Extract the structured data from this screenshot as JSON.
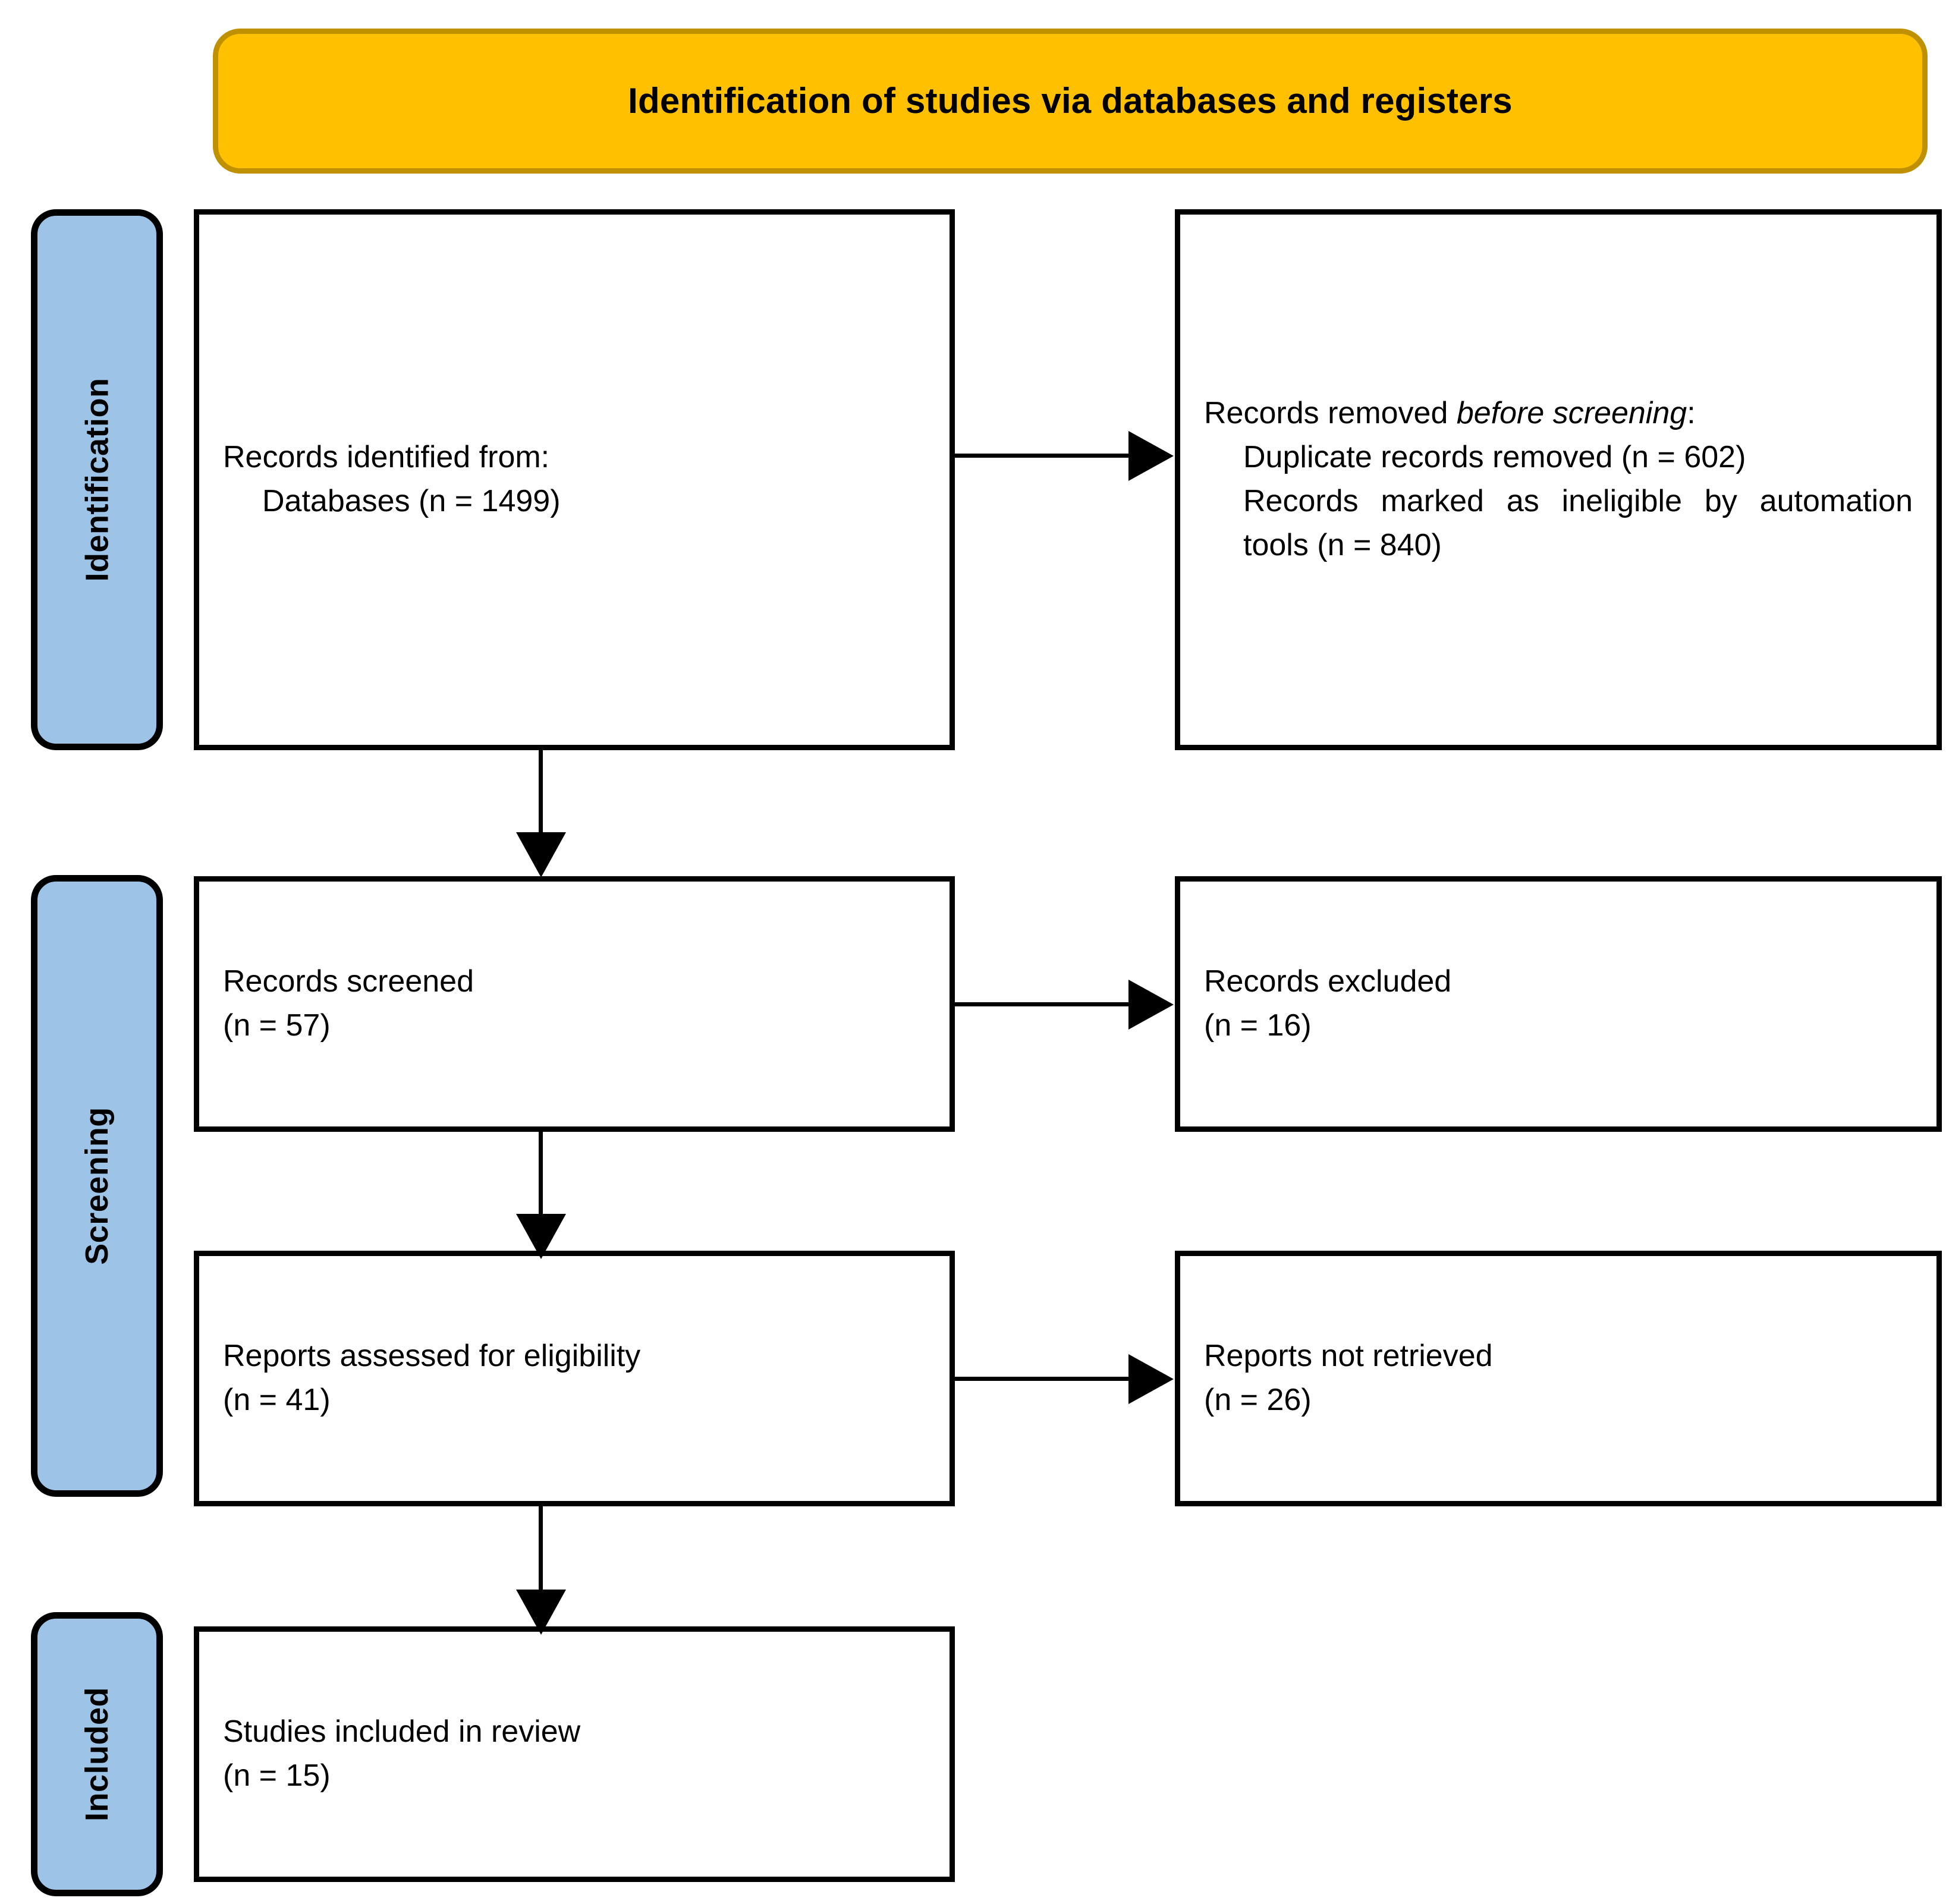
{
  "diagram": {
    "type": "prisma-flow-diagram",
    "header": {
      "title": "Identification of studies via databases and registers",
      "fill_color": "#FFC000",
      "border_color": "#BF9000"
    },
    "stages": [
      {
        "id": "identification",
        "label": "Identification",
        "fill_color": "#9DC3E6"
      },
      {
        "id": "screening",
        "label": "Screening",
        "fill_color": "#9DC3E6"
      },
      {
        "id": "included",
        "label": "Included",
        "fill_color": "#9DC3E6"
      }
    ],
    "boxes": {
      "identified": {
        "line1": "Records identified from:",
        "line2": "Databases (n = 1499)"
      },
      "removed": {
        "line1_prefix": "Records removed ",
        "line1_italic": "before screening",
        "line1_suffix": ":",
        "line2": "Duplicate records removed  (n = 602)",
        "line3": "Records marked as ineligible by automation tools (n = 840)"
      },
      "screened": {
        "line1": "Records screened",
        "line2": "(n = 57)"
      },
      "excluded": {
        "line1": "Records excluded",
        "line2": "(n = 16)"
      },
      "assessed": {
        "line1": "Reports assessed for eligibility",
        "line2": "(n = 41)"
      },
      "not_retrieved": {
        "line1": "Reports not retrieved",
        "line2": "(n = 26)"
      },
      "included": {
        "line1": "Studies included in review",
        "line2": "(n = 15)"
      }
    },
    "counts": {
      "records_identified_databases": 1499,
      "duplicate_records_removed": 602,
      "records_marked_ineligible_automation": 840,
      "records_screened": 57,
      "records_excluded": 16,
      "reports_assessed": 41,
      "reports_not_retrieved": 26,
      "studies_included": 15
    }
  }
}
